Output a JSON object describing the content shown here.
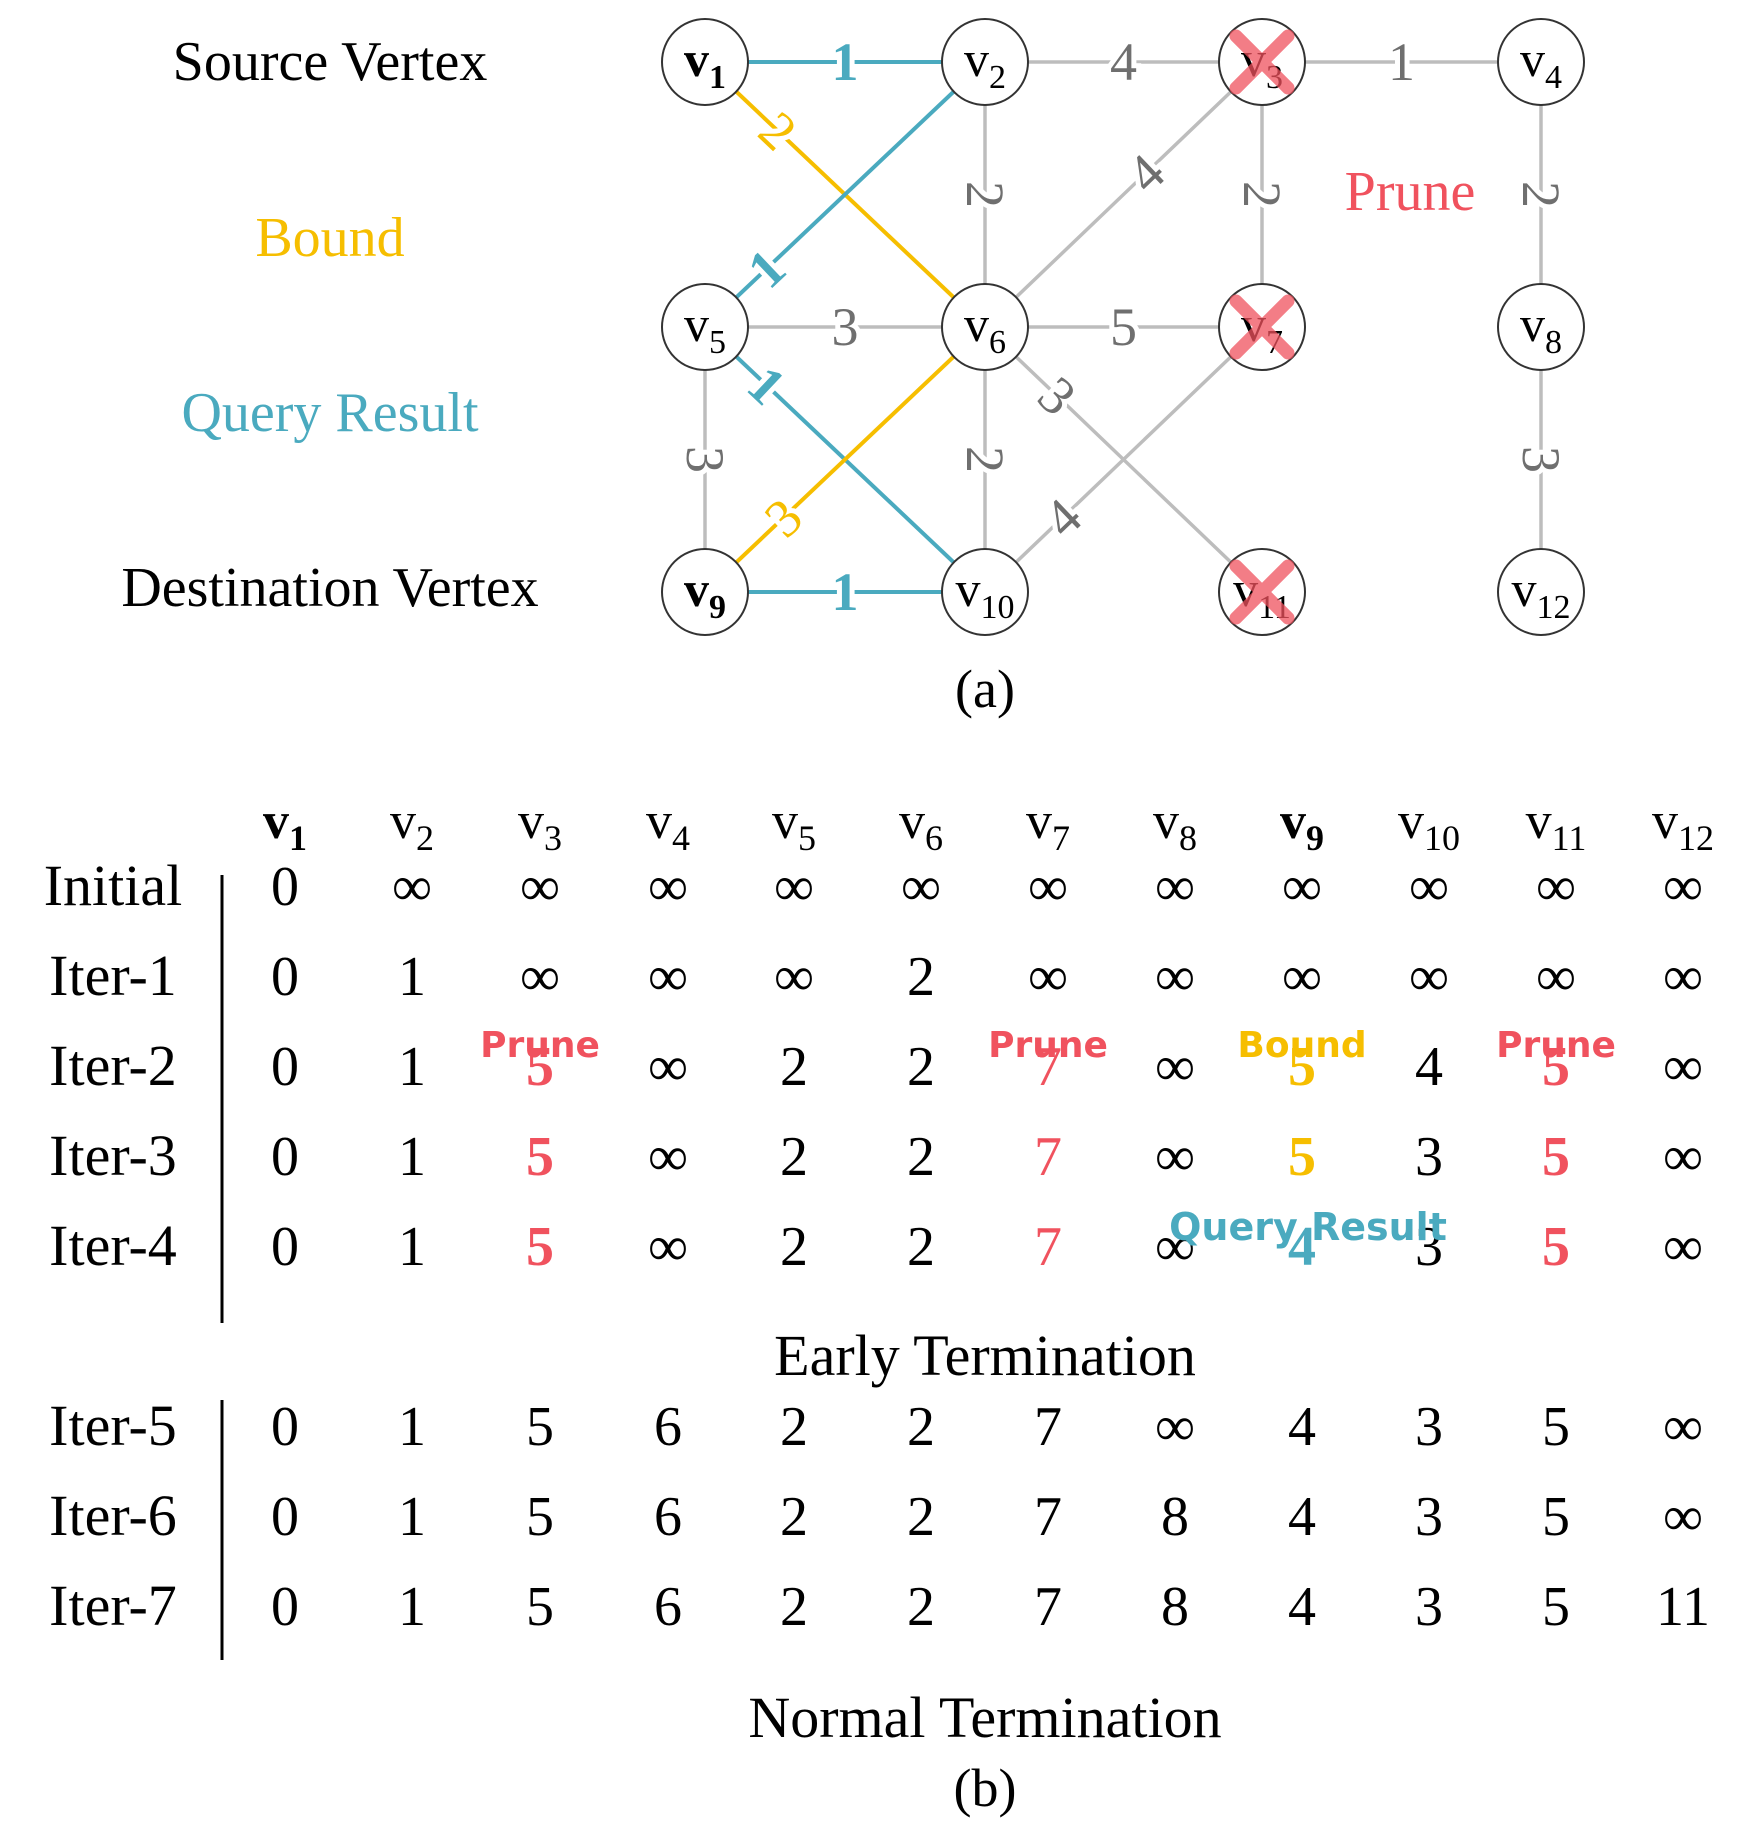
{
  "colors": {
    "result": "#4aaabf",
    "bound": "#f6be00",
    "prune": "#f0525e",
    "edge": "#bdbdbd",
    "weight": "#6f6f6f",
    "text": "#000000"
  },
  "graph": {
    "legend": {
      "source": "Source Vertex",
      "bound": "Bound",
      "result": "Query Result",
      "destination": "Destination Vertex",
      "prune": "Prune"
    },
    "vertices": [
      {
        "id": "v1",
        "label": "v",
        "sub": "1",
        "bold": true,
        "pruned": false
      },
      {
        "id": "v2",
        "label": "v",
        "sub": "2",
        "bold": false,
        "pruned": false
      },
      {
        "id": "v3",
        "label": "v",
        "sub": "3",
        "bold": false,
        "pruned": true
      },
      {
        "id": "v4",
        "label": "v",
        "sub": "4",
        "bold": false,
        "pruned": false
      },
      {
        "id": "v5",
        "label": "v",
        "sub": "5",
        "bold": false,
        "pruned": false
      },
      {
        "id": "v6",
        "label": "v",
        "sub": "6",
        "bold": false,
        "pruned": false
      },
      {
        "id": "v7",
        "label": "v",
        "sub": "7",
        "bold": false,
        "pruned": true
      },
      {
        "id": "v8",
        "label": "v",
        "sub": "8",
        "bold": false,
        "pruned": false
      },
      {
        "id": "v9",
        "label": "v",
        "sub": "9",
        "bold": true,
        "pruned": false
      },
      {
        "id": "v10",
        "label": "v",
        "sub": "10",
        "bold": false,
        "pruned": false
      },
      {
        "id": "v11",
        "label": "v",
        "sub": "11",
        "bold": false,
        "pruned": true
      },
      {
        "id": "v12",
        "label": "v",
        "sub": "12",
        "bold": false,
        "pruned": false
      }
    ],
    "edges": [
      {
        "from": "v1",
        "to": "v2",
        "weight": "1",
        "kind": "result"
      },
      {
        "from": "v2",
        "to": "v3",
        "weight": "4",
        "kind": "normal"
      },
      {
        "from": "v3",
        "to": "v4",
        "weight": "1",
        "kind": "normal"
      },
      {
        "from": "v1",
        "to": "v6",
        "weight": "2",
        "kind": "bound"
      },
      {
        "from": "v2",
        "to": "v5",
        "weight": "1",
        "kind": "result"
      },
      {
        "from": "v2",
        "to": "v6",
        "weight": "2",
        "kind": "normal"
      },
      {
        "from": "v3",
        "to": "v6",
        "weight": "4",
        "kind": "normal"
      },
      {
        "from": "v3",
        "to": "v7",
        "weight": "2",
        "kind": "normal"
      },
      {
        "from": "v4",
        "to": "v8",
        "weight": "2",
        "kind": "normal"
      },
      {
        "from": "v5",
        "to": "v6",
        "weight": "3",
        "kind": "normal"
      },
      {
        "from": "v6",
        "to": "v7",
        "weight": "5",
        "kind": "normal"
      },
      {
        "from": "v5",
        "to": "v9",
        "weight": "3",
        "kind": "normal"
      },
      {
        "from": "v5",
        "to": "v10",
        "weight": "1",
        "kind": "result"
      },
      {
        "from": "v6",
        "to": "v9",
        "weight": "3",
        "kind": "bound"
      },
      {
        "from": "v6",
        "to": "v10",
        "weight": "2",
        "kind": "normal"
      },
      {
        "from": "v6",
        "to": "v11",
        "weight": "3",
        "kind": "normal"
      },
      {
        "from": "v7",
        "to": "v10",
        "weight": "4",
        "kind": "normal"
      },
      {
        "from": "v8",
        "to": "v12",
        "weight": "3",
        "kind": "normal"
      },
      {
        "from": "v9",
        "to": "v10",
        "weight": "1",
        "kind": "result"
      }
    ],
    "caption": "(a)"
  },
  "table": {
    "columns": [
      {
        "label": "v",
        "sub": "1",
        "bold": true
      },
      {
        "label": "v",
        "sub": "2",
        "bold": false
      },
      {
        "label": "v",
        "sub": "3",
        "bold": false
      },
      {
        "label": "v",
        "sub": "4",
        "bold": false
      },
      {
        "label": "v",
        "sub": "5",
        "bold": false
      },
      {
        "label": "v",
        "sub": "6",
        "bold": false
      },
      {
        "label": "v",
        "sub": "7",
        "bold": false
      },
      {
        "label": "v",
        "sub": "8",
        "bold": false
      },
      {
        "label": "v",
        "sub": "9",
        "bold": true
      },
      {
        "label": "v",
        "sub": "10",
        "bold": false
      },
      {
        "label": "v",
        "sub": "11",
        "bold": false
      },
      {
        "label": "v",
        "sub": "12",
        "bold": false
      }
    ],
    "rows": [
      {
        "label": "Initial",
        "values": [
          "0",
          "∞",
          "∞",
          "∞",
          "∞",
          "∞",
          "∞",
          "∞",
          "∞",
          "∞",
          "∞",
          "∞"
        ]
      },
      {
        "label": "Iter-1",
        "values": [
          "0",
          "1",
          "∞",
          "∞",
          "∞",
          "2",
          "∞",
          "∞",
          "∞",
          "∞",
          "∞",
          "∞"
        ]
      },
      {
        "label": "Iter-2",
        "values": [
          "0",
          "1",
          "5",
          "∞",
          "2",
          "2",
          "7",
          "∞",
          "5",
          "4",
          "5",
          "∞"
        ],
        "styles": {
          "2": "prune-bold",
          "6": "prune",
          "8": "bound-bold",
          "10": "prune-bold"
        }
      },
      {
        "label": "Iter-3",
        "values": [
          "0",
          "1",
          "5",
          "∞",
          "2",
          "2",
          "7",
          "∞",
          "5",
          "3",
          "5",
          "∞"
        ],
        "styles": {
          "2": "prune-bold",
          "6": "prune",
          "8": "bound-bold",
          "10": "prune-bold"
        }
      },
      {
        "label": "Iter-4",
        "values": [
          "0",
          "1",
          "5",
          "∞",
          "2",
          "2",
          "7",
          "∞",
          "4",
          "3",
          "5",
          "∞"
        ],
        "styles": {
          "2": "prune-bold",
          "6": "prune",
          "8": "result-bold",
          "10": "prune-bold"
        }
      },
      {
        "label": "Iter-5",
        "values": [
          "0",
          "1",
          "5",
          "6",
          "2",
          "2",
          "7",
          "∞",
          "4",
          "3",
          "5",
          "∞"
        ]
      },
      {
        "label": "Iter-6",
        "values": [
          "0",
          "1",
          "5",
          "6",
          "2",
          "2",
          "7",
          "8",
          "4",
          "3",
          "5",
          "∞"
        ]
      },
      {
        "label": "Iter-7",
        "values": [
          "0",
          "1",
          "5",
          "6",
          "2",
          "2",
          "7",
          "8",
          "4",
          "3",
          "5",
          "11"
        ]
      }
    ],
    "annotations": {
      "prune": "Prune",
      "bound": "Bound",
      "result": "Query Result"
    },
    "early_termination": "Early Termination",
    "normal_termination": "Normal Termination",
    "caption": "(b)"
  }
}
